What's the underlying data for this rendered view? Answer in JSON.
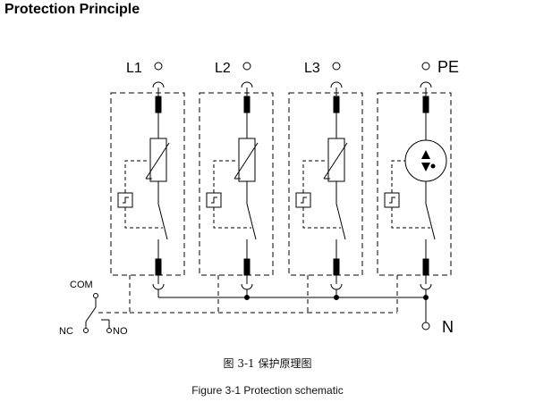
{
  "page": {
    "title": "Protection Principle",
    "caption_cn": "图 3-1  保护原理图",
    "caption_en": "Figure 3-1 Protection schematic"
  },
  "diagram": {
    "terminals": [
      "L1",
      "L2",
      "L3",
      "PE"
    ],
    "neutral_label": "N",
    "contact_labels": {
      "com": "COM",
      "nc": "NC",
      "no": "NO"
    }
  }
}
